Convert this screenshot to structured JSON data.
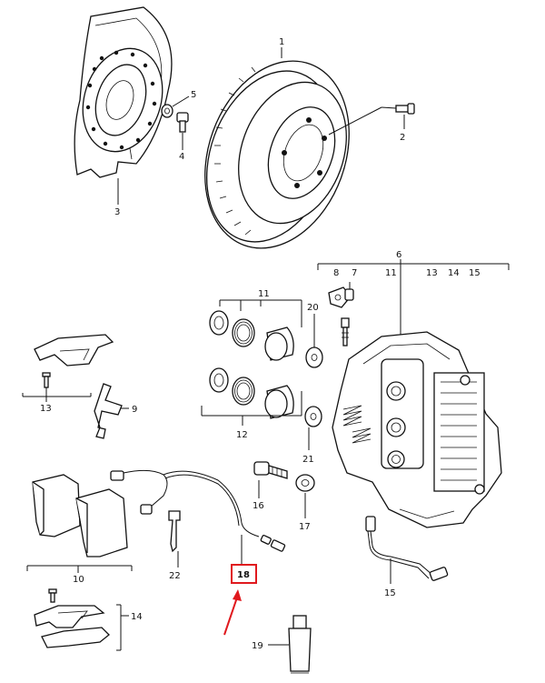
{
  "diagram": {
    "callouts": {
      "c1": "1",
      "c2": "2",
      "c3": "3",
      "c4": "4",
      "c5": "5",
      "c6": "6",
      "c7": "7",
      "c8": "8",
      "c9": "9",
      "c10": "10",
      "c11_top": "11",
      "c11_group": "11",
      "c12": "12",
      "c13_group": "13",
      "c13_top": "13",
      "c14_group": "14",
      "c14_top": "14",
      "c15_group": "15",
      "c15_top": "15",
      "c16": "16",
      "c17": "17",
      "c18": "18",
      "c19": "19",
      "c20": "20",
      "c21": "21",
      "c22": "22"
    },
    "highlight": {
      "label": "18",
      "color": "#e0191e"
    }
  }
}
